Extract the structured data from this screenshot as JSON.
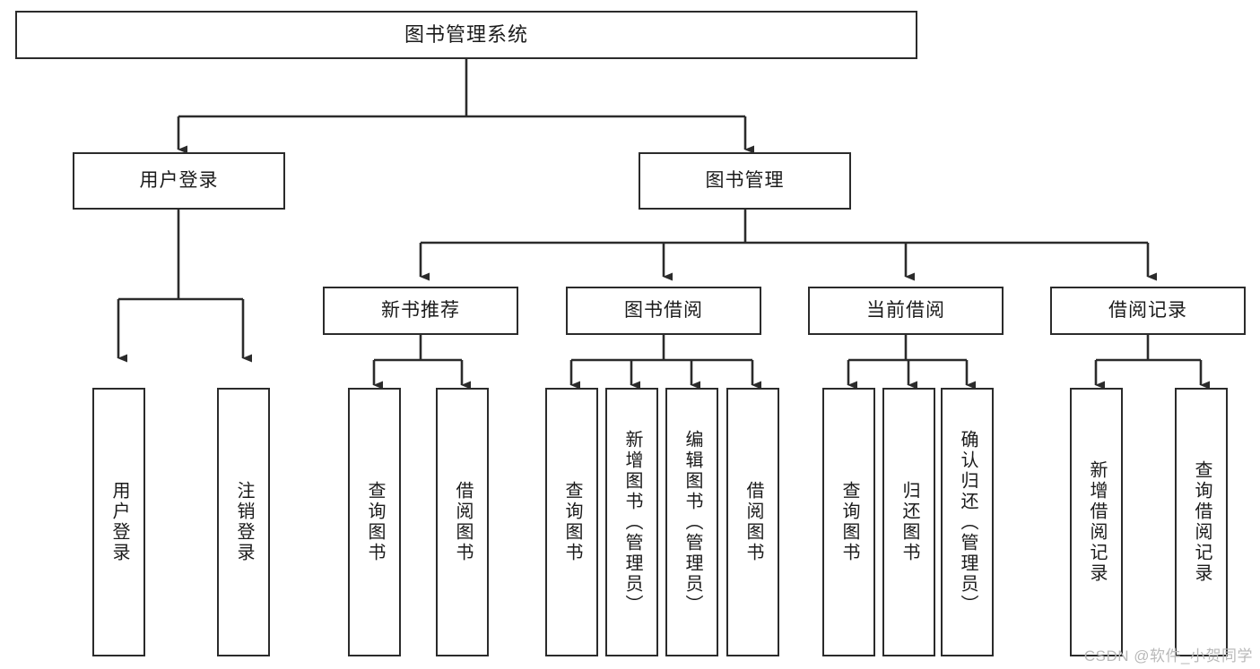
{
  "diagram": {
    "title": "图书管理系统",
    "type": "tree-hierarchy",
    "colors": {
      "background": "#ffffff",
      "stroke": "#2b2b2b",
      "text": "#1b1b1b",
      "watermark": "#b9b9b9"
    },
    "root": {
      "id": "root",
      "label": "图书管理系统"
    },
    "level2": [
      {
        "id": "user-login",
        "label": "用户登录"
      },
      {
        "id": "book-manage",
        "label": "图书管理"
      }
    ],
    "level3": [
      {
        "id": "new-book-recommend",
        "label": "新书推荐"
      },
      {
        "id": "book-borrow",
        "label": "图书借阅"
      },
      {
        "id": "current-borrow",
        "label": "当前借阅"
      },
      {
        "id": "borrow-record",
        "label": "借阅记录"
      }
    ],
    "leaves": {
      "user_login": [
        {
          "id": "leaf-user-login",
          "label": "用户登录"
        },
        {
          "id": "leaf-logout-login",
          "label": "注销登录"
        }
      ],
      "new_book_recommend": [
        {
          "id": "leaf-query-book-1",
          "label": "查询图书"
        },
        {
          "id": "leaf-borrow-book-1",
          "label": "借阅图书"
        }
      ],
      "book_borrow": [
        {
          "id": "leaf-query-book-2",
          "label": "查询图书"
        },
        {
          "id": "leaf-add-book-admin",
          "label": "新增图书（管理员）"
        },
        {
          "id": "leaf-edit-book-admin",
          "label": "编辑图书（管理员）"
        },
        {
          "id": "leaf-borrow-book-2",
          "label": "借阅图书"
        }
      ],
      "current_borrow": [
        {
          "id": "leaf-query-book-3",
          "label": "查询图书"
        },
        {
          "id": "leaf-return-book",
          "label": "归还图书"
        },
        {
          "id": "leaf-confirm-return-admin",
          "label": "确认归还（管理员）"
        }
      ],
      "borrow_record": [
        {
          "id": "leaf-add-borrow-record",
          "label": "新增借阅记录"
        },
        {
          "id": "leaf-query-borrow-record",
          "label": "查询借阅记录"
        }
      ]
    }
  },
  "watermark": {
    "text": "CSDN @软件_小贺同学"
  }
}
